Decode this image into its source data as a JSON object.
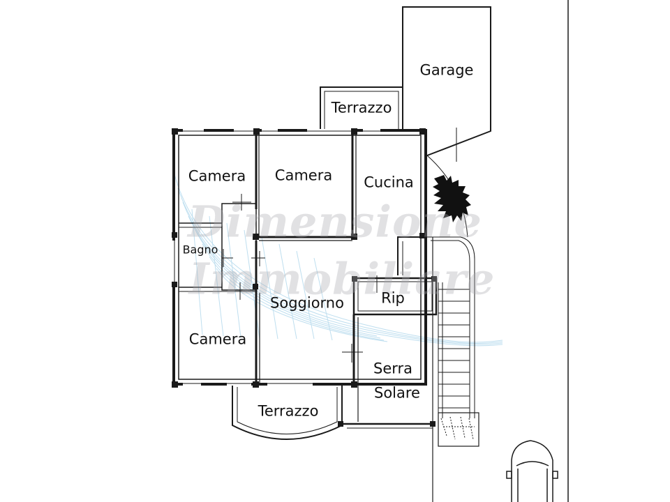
{
  "rooms": {
    "garage": "Garage",
    "terrazzo_top": "Terrazzo",
    "camera_1": "Camera",
    "camera_2": "Camera",
    "cucina": "Cucina",
    "bagno": "Bagno",
    "soggiorno": "Soggiorno",
    "rip": "Rip",
    "camera_3": "Camera",
    "serra_line1": "Serra",
    "serra_line2": "Solare",
    "terrazzo_bottom": "Terrazzo"
  },
  "watermark": {
    "line1": "Dimensione",
    "line2": "Immobiliare"
  },
  "colors": {
    "wall": "#1a1a1a",
    "watermark_text": "#aaaaaf",
    "watermark_pattern": "#a9d4ea"
  }
}
